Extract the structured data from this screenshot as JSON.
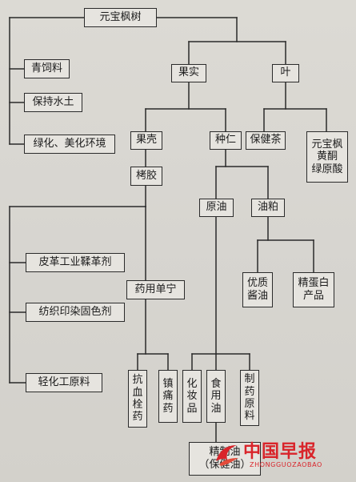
{
  "nodes": {
    "root": "元宝枫树",
    "fruit": "果实",
    "leaf": "叶",
    "forage": "青饲料",
    "soil": "保持水土",
    "green": "绿化、美化环境",
    "shell": "果壳",
    "kernel": "种仁",
    "healthtea": "保健茶",
    "flavone": "元宝枫\n黄酮\n绿原酸",
    "tannin_gum": "栲胶",
    "crude_oil": "原油",
    "oil_meal": "油粕",
    "leather": "皮革工业鞣革剂",
    "textile": "纺织印染固色剂",
    "lightind": "轻化工原料",
    "med_tannin": "药用单宁",
    "soy_sauce": "优质\n酱油",
    "protein": "精蛋白\n产品",
    "antithrombus": "抗\n血\n栓\n药",
    "analgesic": "镇\n痛\n药",
    "cosmetic": "化\n妆\n品",
    "edible_oil": "食\n用\n油",
    "pharma_raw": "制\n药\n原\n料",
    "refined_oil": "精制油\n（保健油）"
  },
  "watermark": {
    "name": "中国早报",
    "pinyin": "ZHONGGUOZAOBAO",
    "color": "#d9242a"
  }
}
